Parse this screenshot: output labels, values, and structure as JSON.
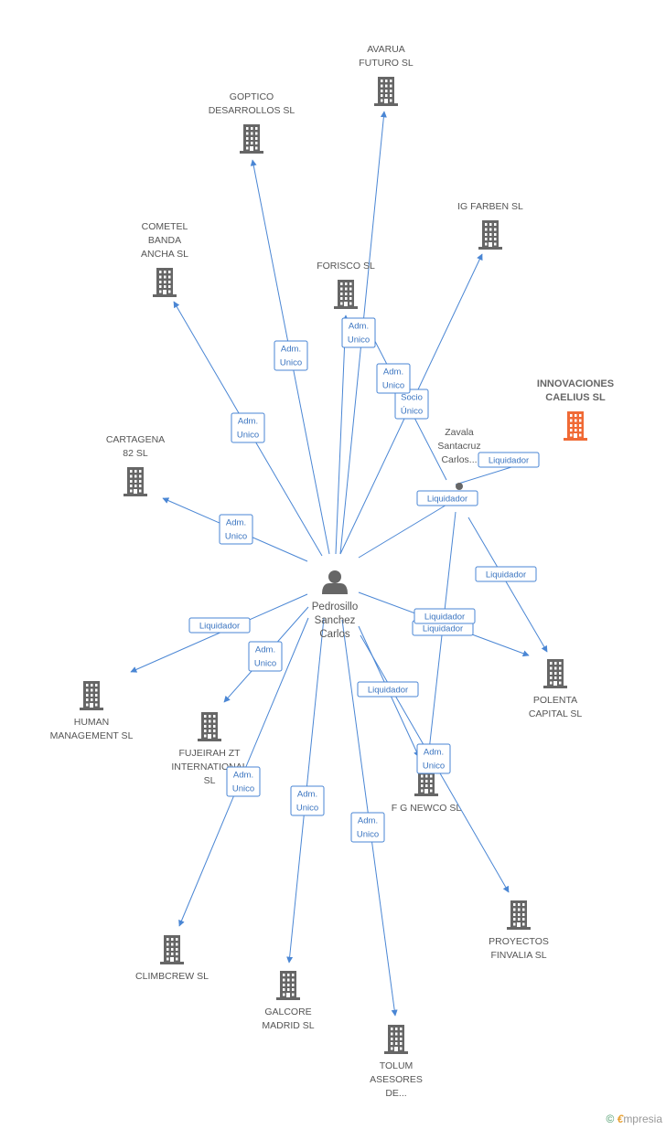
{
  "center": {
    "id": "center",
    "label_lines": [
      "Pedrosillo",
      "Sanchez",
      "Carlos"
    ]
  },
  "secondary_person": {
    "id": "zavala",
    "label_lines": [
      "Zavala",
      "Santacruz",
      "Carlos..."
    ]
  },
  "focus_company": {
    "id": "innovaciones",
    "label_lines": [
      "INNOVACIONES",
      "CAELIUS SL"
    ],
    "color": "#f06a35"
  },
  "companies": [
    {
      "id": "avarua",
      "label_lines": [
        "AVARUA",
        "FUTURO SL"
      ]
    },
    {
      "id": "goptico",
      "label_lines": [
        "GOPTICO",
        "DESARROLLOS SL"
      ]
    },
    {
      "id": "igfarben",
      "label_lines": [
        "IG FARBEN SL"
      ]
    },
    {
      "id": "cometel",
      "label_lines": [
        "COMETEL",
        "BANDA",
        "ANCHA  SL"
      ]
    },
    {
      "id": "forisco",
      "label_lines": [
        "FORISCO SL"
      ]
    },
    {
      "id": "cartagena",
      "label_lines": [
        "CARTAGENA",
        "82 SL"
      ]
    },
    {
      "id": "polenta",
      "label_lines": [
        "POLENTA",
        "CAPITAL SL"
      ]
    },
    {
      "id": "human",
      "label_lines": [
        "HUMAN",
        "MANAGEMENT SL"
      ]
    },
    {
      "id": "fujeirah",
      "label_lines": [
        "FUJEIRAH ZT",
        "INTERNATIONAL",
        "SL"
      ]
    },
    {
      "id": "fgnewco",
      "label_lines": [
        "F G NEWCO SL"
      ]
    },
    {
      "id": "climbcrew",
      "label_lines": [
        "CLIMBCREW  SL"
      ]
    },
    {
      "id": "proyectos",
      "label_lines": [
        "PROYECTOS",
        "FINVALIA  SL"
      ]
    },
    {
      "id": "galcore",
      "label_lines": [
        "GALCORE",
        "MADRID SL"
      ]
    },
    {
      "id": "tolum",
      "label_lines": [
        "TOLUM",
        "ASESORES",
        "DE..."
      ]
    }
  ],
  "edges": [
    {
      "from": "center",
      "to": "avarua",
      "label_lines": [
        "Adm.",
        "Unico"
      ]
    },
    {
      "from": "center",
      "to": "goptico",
      "label_lines": [
        "Adm.",
        "Unico"
      ]
    },
    {
      "from": "center",
      "to": "cometel",
      "label_lines": [
        "Adm.",
        "Unico"
      ]
    },
    {
      "from": "center",
      "to": "forisco",
      "label_lines": [
        "Adm.",
        "Unico"
      ]
    },
    {
      "from": "center",
      "to": "igfarben",
      "label_lines": [
        "Socio",
        "Único"
      ]
    },
    {
      "from": "center",
      "to": "cartagena",
      "label_lines": [
        "Adm.",
        "Unico"
      ]
    },
    {
      "from": "center",
      "to": "zavala",
      "label_lines": [
        "Liquidador"
      ]
    },
    {
      "from": "center",
      "to": "polenta",
      "label_lines": [
        "Liquidador"
      ]
    },
    {
      "from": "center",
      "to": "human",
      "label_lines": [
        "Liquidador"
      ]
    },
    {
      "from": "center",
      "to": "fujeirah",
      "label_lines": [
        "Adm.",
        "Unico"
      ]
    },
    {
      "from": "center",
      "to": "fgnewco",
      "label_lines": [
        "Liquidador"
      ]
    },
    {
      "from": "center",
      "to": "climbcrew",
      "label_lines": [
        "Adm.",
        "Unico"
      ]
    },
    {
      "from": "center",
      "to": "proyectos",
      "label_lines": [
        "Adm.",
        "Unico"
      ]
    },
    {
      "from": "center",
      "to": "galcore",
      "label_lines": [
        "Adm.",
        "Unico"
      ]
    },
    {
      "from": "center",
      "to": "tolum",
      "label_lines": [
        "Adm.",
        "Unico"
      ]
    },
    {
      "from": "zavala",
      "to": "forisco",
      "label_lines": [
        "Adm.",
        "Unico"
      ]
    },
    {
      "from": "zavala",
      "to": "innovaciones",
      "label_lines": [
        "Liquidador"
      ]
    },
    {
      "from": "zavala",
      "to": "polenta",
      "label_lines": [
        "Liquidador"
      ]
    },
    {
      "from": "zavala",
      "to": "fgnewco",
      "label_lines": [
        "Liquidador"
      ]
    }
  ],
  "colors": {
    "edge": "#4a86d4",
    "icon": "#666666",
    "focus": "#f06a35",
    "label_text": "#3a74c0"
  },
  "brand": {
    "copyright": "©",
    "e": "€",
    "name": "mpresia"
  }
}
